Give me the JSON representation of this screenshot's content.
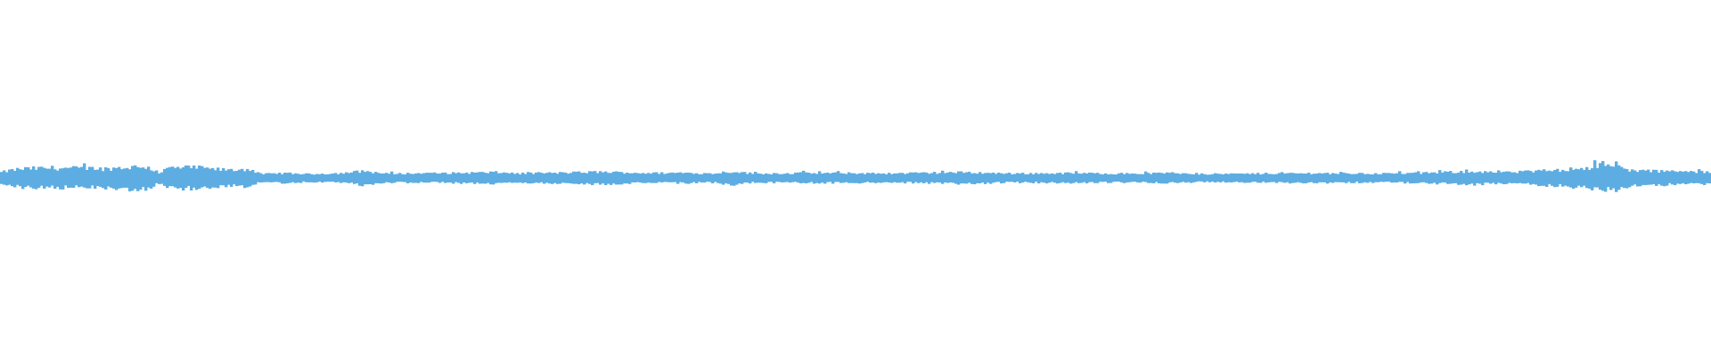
{
  "chart_data": {
    "type": "waveform",
    "title": "",
    "xlabel": "",
    "ylabel": "",
    "color": "#5DADE2",
    "background": "#FFFFFF",
    "ylim": [
      -1,
      1
    ],
    "grid": false,
    "legend": "none",
    "sample_count": 640,
    "envelope_keypoints": [
      [
        0.0,
        0.1
      ],
      [
        0.006,
        0.15
      ],
      [
        0.012,
        0.18
      ],
      [
        0.03,
        0.2
      ],
      [
        0.05,
        0.19
      ],
      [
        0.06,
        0.18
      ],
      [
        0.075,
        0.22
      ],
      [
        0.085,
        0.23
      ],
      [
        0.092,
        0.08
      ],
      [
        0.098,
        0.2
      ],
      [
        0.11,
        0.21
      ],
      [
        0.125,
        0.17
      ],
      [
        0.135,
        0.15
      ],
      [
        0.145,
        0.18
      ],
      [
        0.152,
        0.06
      ],
      [
        0.165,
        0.08
      ],
      [
        0.18,
        0.06
      ],
      [
        0.2,
        0.08
      ],
      [
        0.212,
        0.13
      ],
      [
        0.225,
        0.07
      ],
      [
        0.26,
        0.08
      ],
      [
        0.29,
        0.1
      ],
      [
        0.3,
        0.07
      ],
      [
        0.33,
        0.09
      ],
      [
        0.35,
        0.11
      ],
      [
        0.38,
        0.08
      ],
      [
        0.4,
        0.09
      ],
      [
        0.415,
        0.07
      ],
      [
        0.428,
        0.12
      ],
      [
        0.44,
        0.07
      ],
      [
        0.47,
        0.08
      ],
      [
        0.5,
        0.08
      ],
      [
        0.52,
        0.07
      ],
      [
        0.545,
        0.09
      ],
      [
        0.565,
        0.1
      ],
      [
        0.59,
        0.07
      ],
      [
        0.625,
        0.08
      ],
      [
        0.66,
        0.07
      ],
      [
        0.69,
        0.08
      ],
      [
        0.7,
        0.06
      ],
      [
        0.74,
        0.07
      ],
      [
        0.77,
        0.08
      ],
      [
        0.8,
        0.07
      ],
      [
        0.83,
        0.08
      ],
      [
        0.86,
        0.12
      ],
      [
        0.88,
        0.09
      ],
      [
        0.9,
        0.13
      ],
      [
        0.915,
        0.16
      ],
      [
        0.93,
        0.22
      ],
      [
        0.945,
        0.24
      ],
      [
        0.955,
        0.14
      ],
      [
        0.98,
        0.12
      ],
      [
        1.0,
        0.1
      ]
    ],
    "peaks": [
      {
        "x": 0.065,
        "label": ""
      },
      {
        "x": 0.311,
        "label": ""
      },
      {
        "x": 0.715,
        "label": ""
      }
    ]
  }
}
